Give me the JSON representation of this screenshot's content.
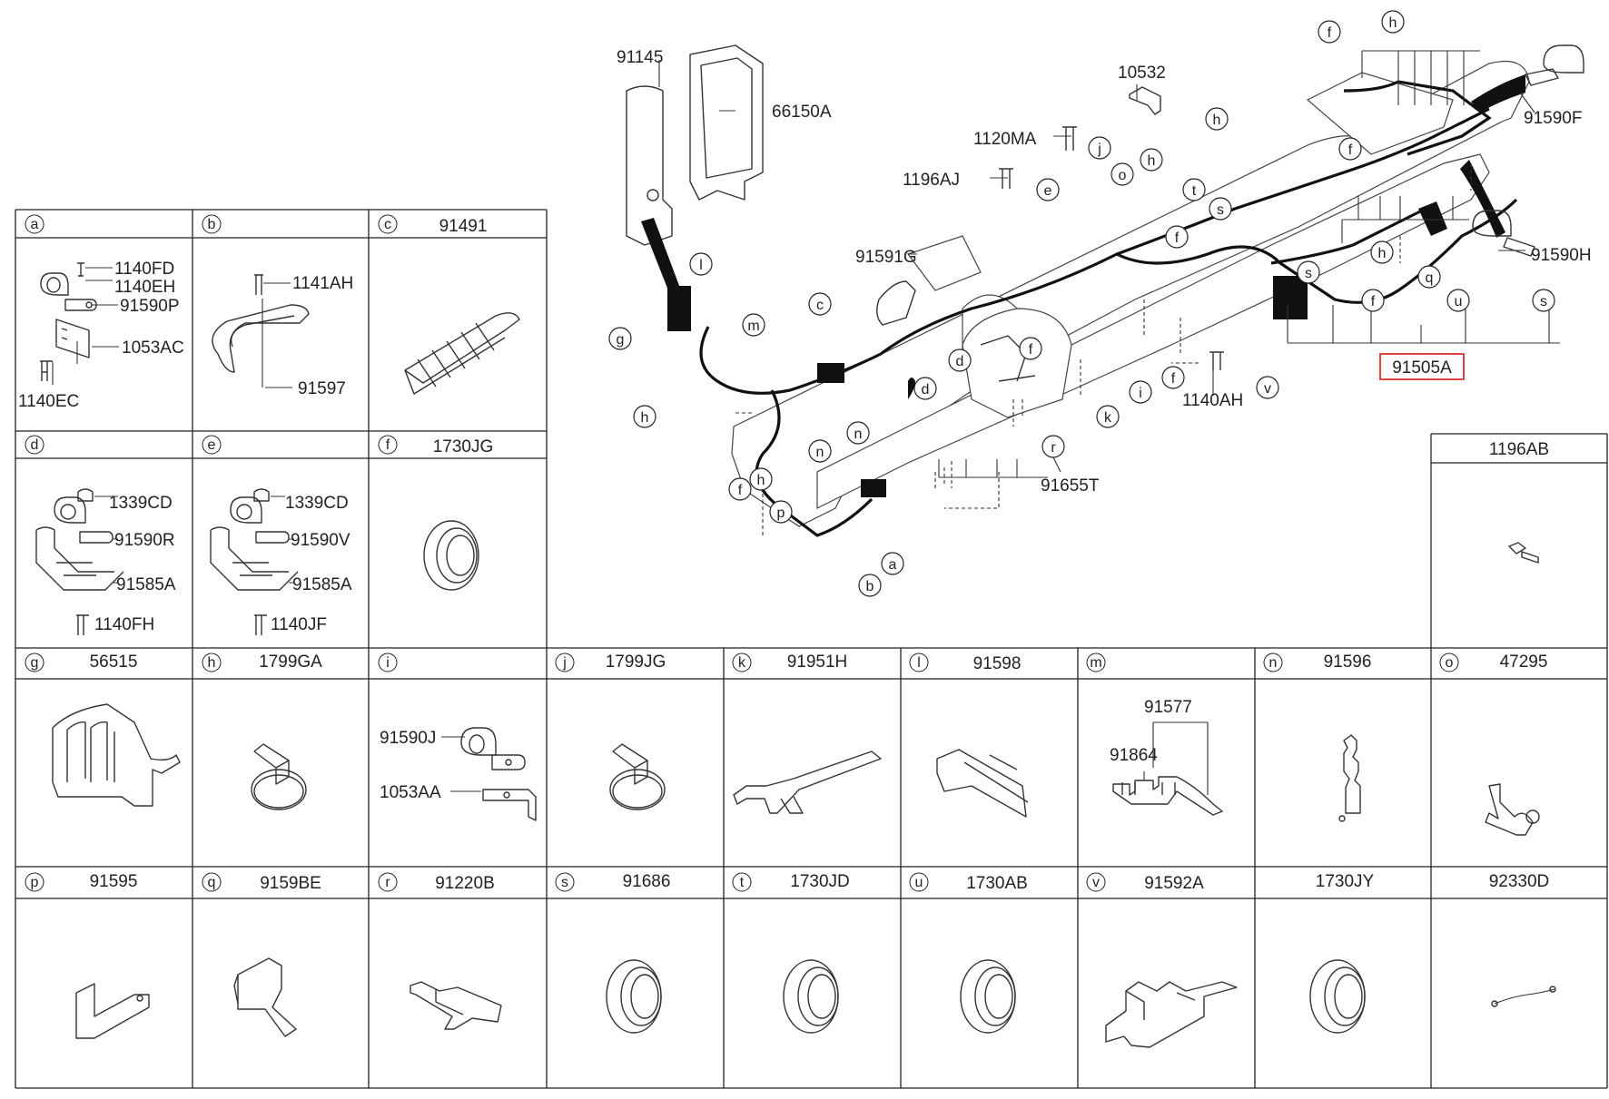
{
  "cells": {
    "a": {
      "letter": "a",
      "title": "",
      "parts": [
        "1140FD",
        "1140EH",
        "91590P",
        "1053AC",
        "1140EC"
      ]
    },
    "b": {
      "letter": "b",
      "title": "",
      "parts": [
        "1141AH",
        "91597"
      ]
    },
    "c": {
      "letter": "c",
      "title": "91491"
    },
    "d": {
      "letter": "d",
      "title": "",
      "parts": [
        "1339CD",
        "91590R",
        "91585A",
        "1140FH"
      ]
    },
    "e": {
      "letter": "e",
      "title": "",
      "parts": [
        "1339CD",
        "91590V",
        "91585A",
        "1140JF"
      ]
    },
    "f": {
      "letter": "f",
      "title": "1730JG"
    },
    "g": {
      "letter": "g",
      "title": "56515"
    },
    "h": {
      "letter": "h",
      "title": "1799GA"
    },
    "i": {
      "letter": "i",
      "title": "",
      "parts": [
        "91590J",
        "1053AA"
      ]
    },
    "j": {
      "letter": "j",
      "title": "1799JG"
    },
    "k": {
      "letter": "k",
      "title": "91951H"
    },
    "l": {
      "letter": "l",
      "title": "91598"
    },
    "m": {
      "letter": "m",
      "title": "",
      "parts": [
        "91577",
        "91864"
      ]
    },
    "n": {
      "letter": "n",
      "title": "91596"
    },
    "o": {
      "letter": "o",
      "title": "47295"
    },
    "p": {
      "letter": "p",
      "title": "91595"
    },
    "q": {
      "letter": "q",
      "title": "9159BE"
    },
    "r": {
      "letter": "r",
      "title": "91220B"
    },
    "s": {
      "letter": "s",
      "title": "91686"
    },
    "t": {
      "letter": "t",
      "title": "1730JD"
    },
    "u": {
      "letter": "u",
      "title": "1730AB"
    },
    "v": {
      "letter": "v",
      "title": "91592A"
    },
    "w": {
      "letter": "",
      "title": "1730JY"
    },
    "x": {
      "letter": "",
      "title": "92330D"
    },
    "y": {
      "letter": "",
      "title": "1196AB"
    }
  },
  "main": {
    "highlighted_part": "91505A",
    "parts": {
      "p91145": "91145",
      "p66150A": "66150A",
      "p10532": "10532",
      "p1120MA": "1120MA",
      "p1196AJ": "1196AJ",
      "p91591G": "91591G",
      "p91590F": "91590F",
      "p91590H": "91590H",
      "p1140AH": "1140AH",
      "p91655T": "91655T"
    },
    "callouts": [
      "f",
      "h",
      "l",
      "g",
      "m",
      "c",
      "h",
      "n",
      "n",
      "d",
      "d",
      "e",
      "j",
      "o",
      "h",
      "t",
      "s",
      "f",
      "f",
      "i",
      "k",
      "f",
      "r",
      "s",
      "v",
      "q",
      "f",
      "u",
      "s",
      "h",
      "f",
      "h",
      "p",
      "b",
      "a",
      "h",
      "f"
    ]
  },
  "colors": {
    "highlight": "#d9322b",
    "line": "#222222"
  }
}
